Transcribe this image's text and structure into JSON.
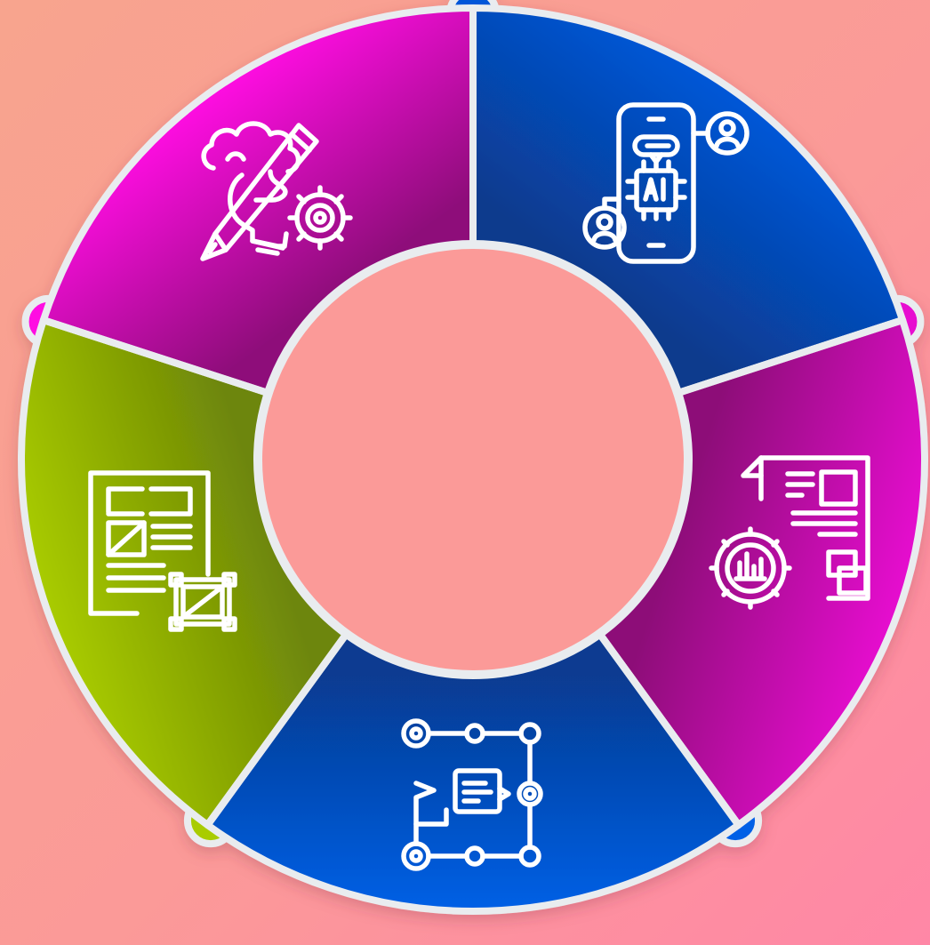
{
  "background": {
    "from": "#f8a48e",
    "mid": "#fb9a98",
    "to": "#ff87a6"
  },
  "ring": {
    "outline_color": "#e9ecef",
    "center_color": "#fb9a98"
  },
  "segments": [
    {
      "id": "ideas",
      "icon": "creative-ideas-icon",
      "color_light": "#0457d8",
      "color_dark": "#083a8d"
    },
    {
      "id": "ai",
      "icon": "ai-mobile-chat-icon",
      "color_light": "#e708d0",
      "color_dark": "#8d0a78"
    },
    {
      "id": "analytics",
      "icon": "document-gear-analytics-icon",
      "color_light": "#0460e6",
      "color_dark": "#073b91"
    },
    {
      "id": "workflow",
      "icon": "workflow-roadmap-icon",
      "color_light": "#a9cc00",
      "color_dark": "#6d8608"
    },
    {
      "id": "layout",
      "icon": "wireframe-layout-icon",
      "color_light": "#ff08e2",
      "color_dark": "#8e0a7a"
    }
  ],
  "icon_color": "#ffffff"
}
